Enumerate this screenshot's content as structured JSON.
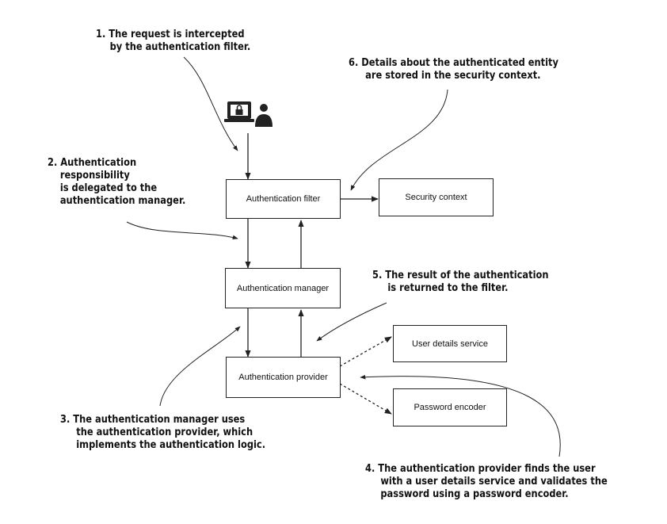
{
  "boxes": {
    "auth_filter": "Authentication filter",
    "security_context": "Security context",
    "auth_manager": "Authentication manager",
    "auth_provider": "Authentication provider",
    "user_details_service": "User details service",
    "password_encoder": "Password encoder"
  },
  "notes": {
    "n1": [
      "1. The request is intercepted",
      "by the authentication filter."
    ],
    "n2": [
      "2. Authentication",
      "responsibility",
      "is delegated to the",
      "authentication manager."
    ],
    "n3": [
      "3. The authentication manager uses",
      "the authentication provider, which",
      "implements the authentication logic."
    ],
    "n4": [
      "4. The authentication provider finds the user",
      "with a user details service and validates the",
      "password using a password encoder."
    ],
    "n5": [
      "5. The result of the authentication",
      "is returned to the filter."
    ],
    "n6": [
      "6. Details about the authenticated entity",
      "are stored in the security context."
    ]
  },
  "icons": {
    "client": "laptop-lock-user-icon"
  },
  "colors": {
    "stroke": "#222222",
    "text": "#111111"
  }
}
